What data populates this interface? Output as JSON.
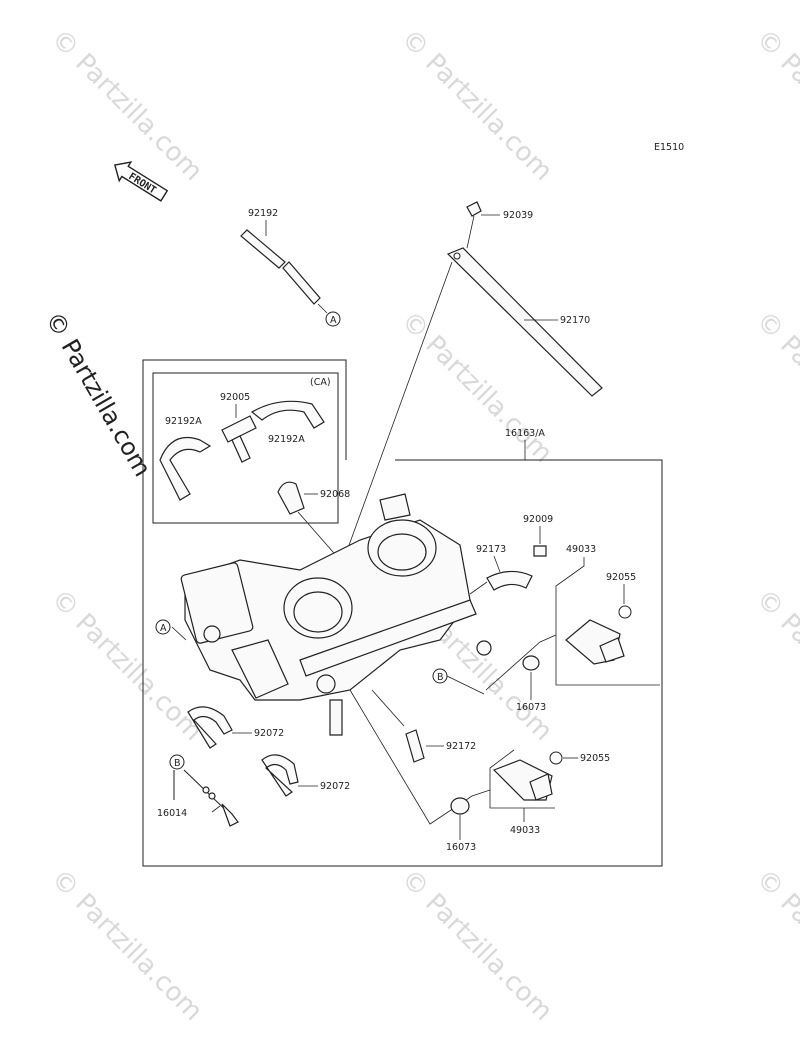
{
  "diagram_code": "E1510",
  "front_label": "FRONT",
  "watermark_text": "© Partzilla.com",
  "callouts": {
    "ref_a": "A",
    "ref_b": "B",
    "ca": "(CA)"
  },
  "parts": {
    "p92192": "92192",
    "p92039": "92039",
    "p92170": "92170",
    "p16163a": "16163/A",
    "p92005": "92005",
    "p92192a_left": "92192A",
    "p92192a_right": "92192A",
    "p92068": "92068",
    "p92009": "92009",
    "p92173": "92173",
    "p49033_top": "49033",
    "p92055_top": "92055",
    "p16073_top": "16073",
    "p92072_top": "92072",
    "p92172": "92172",
    "p92055_bottom": "92055",
    "p92072_bottom": "92072",
    "p16014": "16014",
    "p16073_bottom": "16073",
    "p49033_bottom": "49033"
  }
}
